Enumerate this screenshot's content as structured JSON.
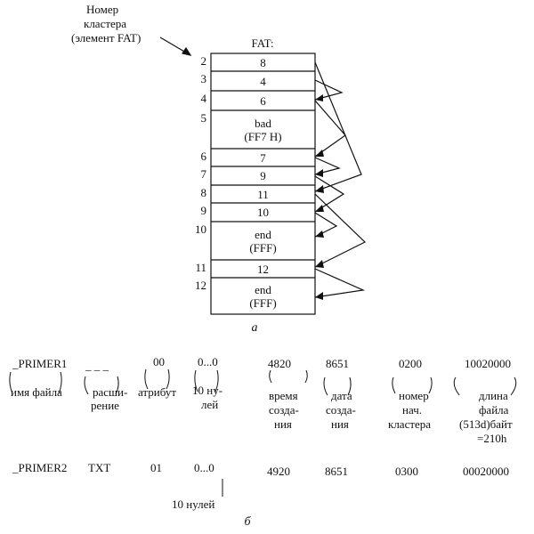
{
  "fat": {
    "callout_line1": "Номер",
    "callout_line2": "кластера",
    "callout_line3": "(элемент FAT)",
    "title": "FAT:",
    "numbers": [
      "2",
      "3",
      "4",
      "5",
      "6",
      "7",
      "8",
      "9",
      "10",
      "11",
      "12"
    ],
    "entries": [
      {
        "line1": "8",
        "line2": ""
      },
      {
        "line1": "4",
        "line2": ""
      },
      {
        "line1": "6",
        "line2": ""
      },
      {
        "line1": "bad",
        "line2": "(FF7 H)"
      },
      {
        "line1": "7",
        "line2": ""
      },
      {
        "line1": "9",
        "line2": ""
      },
      {
        "line1": "11",
        "line2": ""
      },
      {
        "line1": "10",
        "line2": ""
      },
      {
        "line1": "end",
        "line2": "(FFF)"
      },
      {
        "line1": "12",
        "line2": ""
      },
      {
        "line1": "end",
        "line2": "(FFF)"
      }
    ],
    "caption": "а"
  },
  "directory": {
    "row1": {
      "name": "_PRIMER1",
      "ext": "_ _ _",
      "attr": "00",
      "zeros": "0...0",
      "time": "4820",
      "date": "8651",
      "cluster": "0200",
      "length": "10020000"
    },
    "labels": {
      "name": "имя файла",
      "ext1": "расши-",
      "ext2": "рение",
      "attr": "атрибут",
      "zeros1": "10 ну-",
      "zeros2": "лей",
      "time1": "время",
      "time2": "созда-",
      "time3": "ния",
      "date1": "дата",
      "date2": "созда-",
      "date3": "ния",
      "cluster1": "номер",
      "cluster2": "нач.",
      "cluster3": "кластера",
      "length1": "длина",
      "length2": "файла",
      "length3": "(513d)байт",
      "length4": "=210h"
    },
    "row2": {
      "name": "_PRIMER2",
      "ext": "TXT",
      "attr": "01",
      "zeros": "0...0",
      "time": "4920",
      "date": "8651",
      "cluster": "0300",
      "length": "00020000"
    },
    "row2_zeros_label": "10 нулей",
    "caption": "б"
  }
}
